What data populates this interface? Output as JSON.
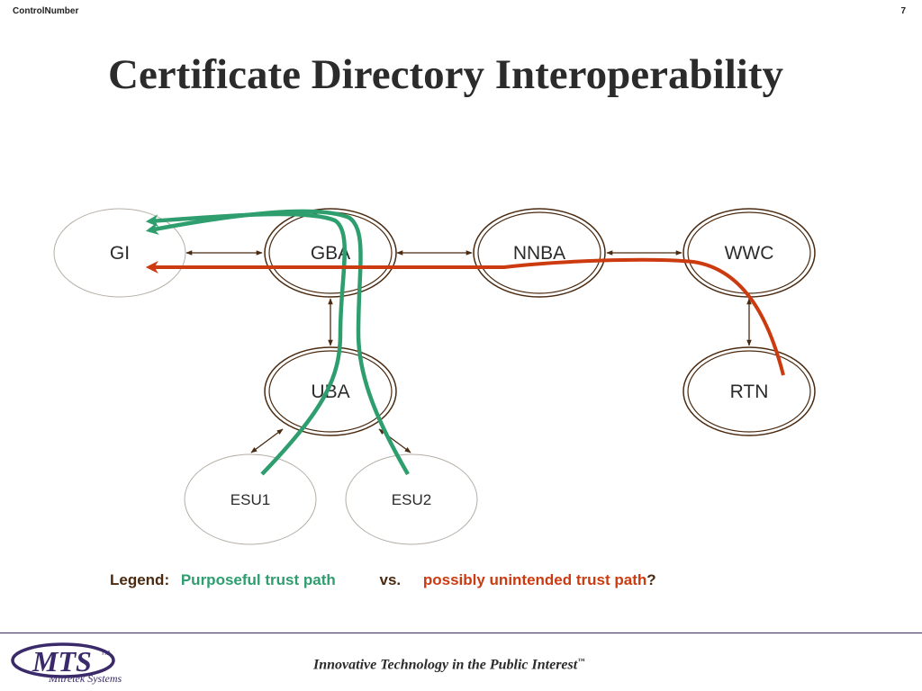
{
  "header": {
    "control": "ControlNumber",
    "page_number": "7"
  },
  "title": "Certificate Directory Interoperability",
  "nodes": {
    "gi": "GI",
    "gba": "GBA",
    "nnba": "NNBA",
    "wwc": "WWC",
    "uba": "UBA",
    "rtn": "RTN",
    "esu1": "ESU1",
    "esu2": "ESU2"
  },
  "legend": {
    "label": "Legend:",
    "purposeful": "Purposeful trust path",
    "vs": "vs.",
    "unintended": "possibly unintended trust path",
    "question": "?"
  },
  "colors": {
    "purposeful": "#2e9e6e",
    "unintended": "#cc3a10",
    "edge": "#4a2a10"
  },
  "footer": {
    "logo_text": "MTS",
    "logo_tm": "TM",
    "logo_subtitle": "Mitretek Systems",
    "tagline": "Innovative Technology in the Public Interest",
    "tagline_tm": "™"
  }
}
